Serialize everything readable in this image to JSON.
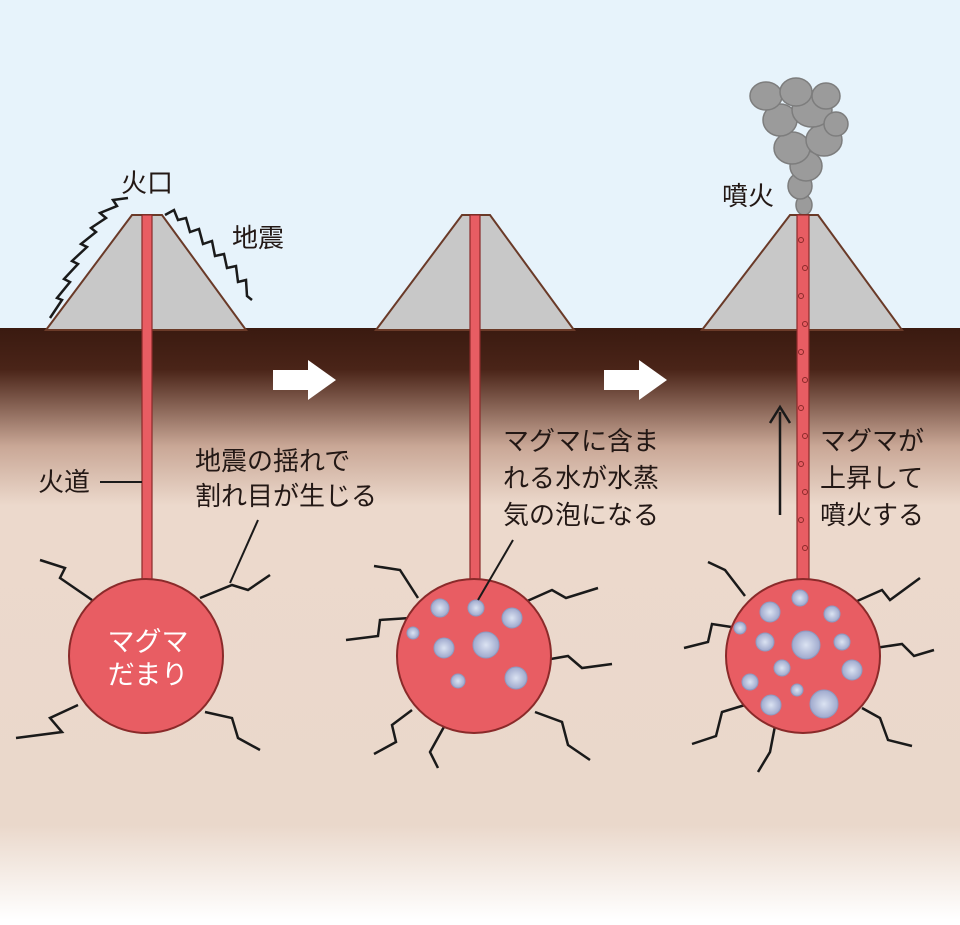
{
  "colors": {
    "sky": "#e7f3fb",
    "ground_dark": "#3a1a10",
    "ground_light": "#ecd9cc",
    "volcano": "#c8c8c8",
    "volcano_edge": "#6a3a28",
    "magma": "#e85d63",
    "magma_edge": "#8a2a2a",
    "bubble": "#a9b6d6",
    "crack": "#1a1a1a",
    "smoke": "#9b9b9b",
    "arrow": "#ffffff"
  },
  "icons": {
    "step_arrow": "right-arrow-icon",
    "rise_arrow": "up-arrow-icon"
  },
  "stage1": {
    "crater_label": "火口",
    "quake_label": "地震",
    "conduit_label": "火道",
    "note_line1": "地震の揺れで",
    "note_line2": "割れ目が生じる",
    "chamber_line1": "マグマ",
    "chamber_line2": "だまり"
  },
  "stage2": {
    "note_line1": "マグマに含ま",
    "note_line2": "れる水が水蒸",
    "note_line3": "気の泡になる"
  },
  "stage3": {
    "eruption_label": "噴火",
    "note_line1": "マグマが",
    "note_line2": "上昇して",
    "note_line3": "噴火する"
  }
}
